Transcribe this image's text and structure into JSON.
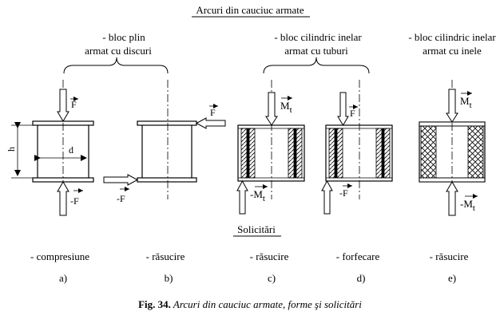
{
  "title": "Arcuri din cauciuc armate",
  "groups": [
    {
      "line1": "- bloc plin",
      "line2": "armat cu discuri"
    },
    {
      "line1": "- bloc cilindric inelar",
      "line2": "armat cu tuburi"
    },
    {
      "line1": "- bloc cilindric inelar",
      "line2": "armat cu inele"
    }
  ],
  "section_title": "Solicitări",
  "loads": [
    "- compresiune",
    "- răsucire",
    "- răsucire",
    "- forfecare",
    "- răsucire"
  ],
  "letters": [
    "a)",
    "b)",
    "c)",
    "d)",
    "e)"
  ],
  "labels": {
    "F": "F",
    "negF": "-F",
    "Mt": "M",
    "negMt": "-M",
    "sub_t": "t",
    "h": "h",
    "d": "d"
  },
  "caption": {
    "bold": "Fig. 34.",
    "italic": " Arcuri din cauciuc armate, forme şi solicitări"
  }
}
